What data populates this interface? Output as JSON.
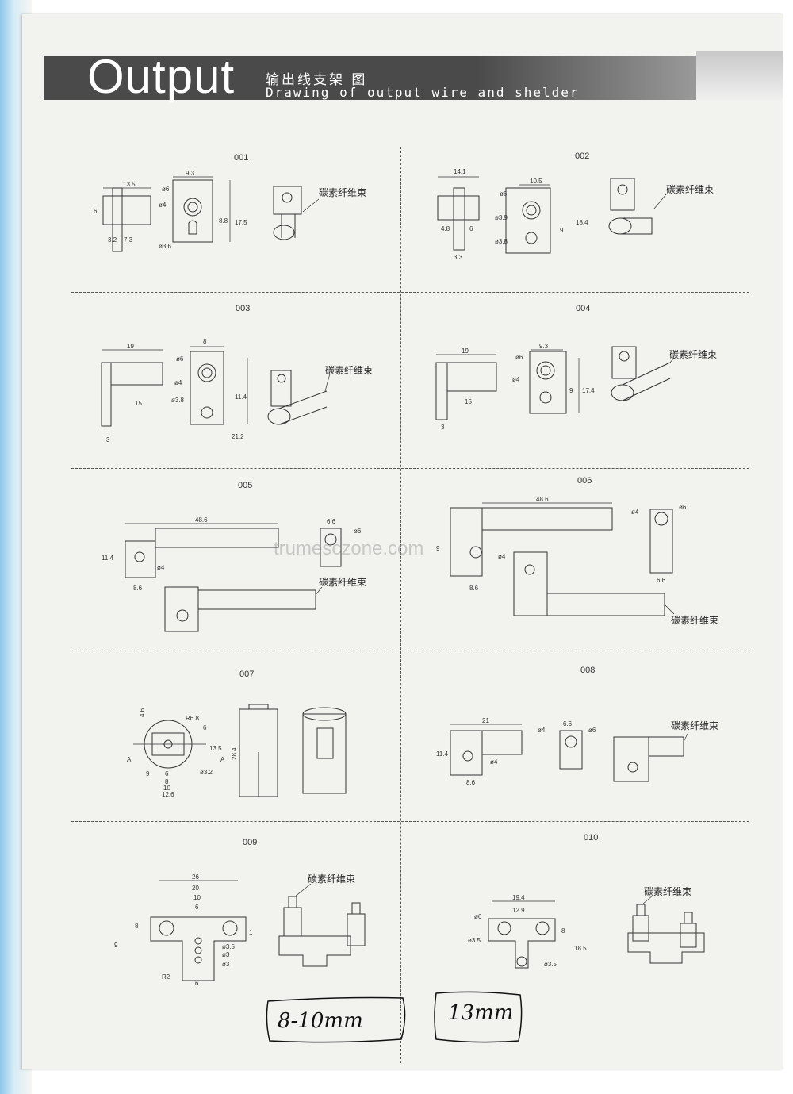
{
  "header": {
    "title": "Output",
    "title_cn": "输出线支架 图",
    "subtitle": "Drawing of output wire and shelder"
  },
  "watermark": "trumesczone.com",
  "label_cn": "碳素纤维束",
  "panels": [
    {
      "code": "001",
      "dims": [
        "13.5",
        "6",
        "3.2",
        "7.3",
        "9.3",
        "ø6",
        "ø4",
        "8.8",
        "17.5",
        "ø3.6"
      ]
    },
    {
      "code": "002",
      "dims": [
        "14.1",
        "4.8",
        "6",
        "3.3",
        "10.5",
        "ø6",
        "ø3.9",
        "9",
        "18.4",
        "ø3.8"
      ]
    },
    {
      "code": "003",
      "dims": [
        "19",
        "15",
        "3",
        "8",
        "ø6",
        "ø4",
        "ø3.8",
        "11.4",
        "21.2"
      ]
    },
    {
      "code": "004",
      "dims": [
        "19",
        "15",
        "3",
        "9.3",
        "ø6",
        "ø4",
        "9",
        "17.4"
      ]
    },
    {
      "code": "005",
      "dims": [
        "48.6",
        "11.4",
        "ø4",
        "8.6",
        "6.6",
        "ø6"
      ]
    },
    {
      "code": "006",
      "dims": [
        "48.6",
        "9",
        "ø4",
        "8.6",
        "ø4",
        "ø6",
        "6.6"
      ]
    },
    {
      "code": "007",
      "dims": [
        "4.6",
        "R6.8",
        "6",
        "13.5",
        "9",
        "6",
        "8",
        "10",
        "12.6",
        "ø3.2",
        "28.4",
        "A",
        "A"
      ]
    },
    {
      "code": "008",
      "dims": [
        "21",
        "11.4",
        "ø4",
        "8.6",
        "6.6",
        "ø4",
        "ø6"
      ]
    },
    {
      "code": "009",
      "dims": [
        "26",
        "20",
        "10",
        "6",
        "8",
        "9",
        "ø3.5",
        "ø3",
        "ø3",
        "R2",
        "6",
        "1"
      ]
    },
    {
      "code": "010",
      "dims": [
        "19.4",
        "12.9",
        "ø6",
        "ø3.5",
        "8",
        "18.5",
        "ø3.5"
      ]
    }
  ],
  "handwritten": [
    "8-10mm",
    "13mm"
  ]
}
